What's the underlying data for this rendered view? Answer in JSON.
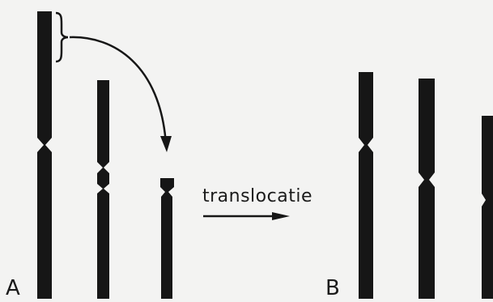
{
  "panels": {
    "a_label": "A",
    "b_label": "B"
  },
  "arrow": {
    "label": "translocatie"
  },
  "colors": {
    "background": "#f3f3f2",
    "chromosome": "#161616"
  }
}
